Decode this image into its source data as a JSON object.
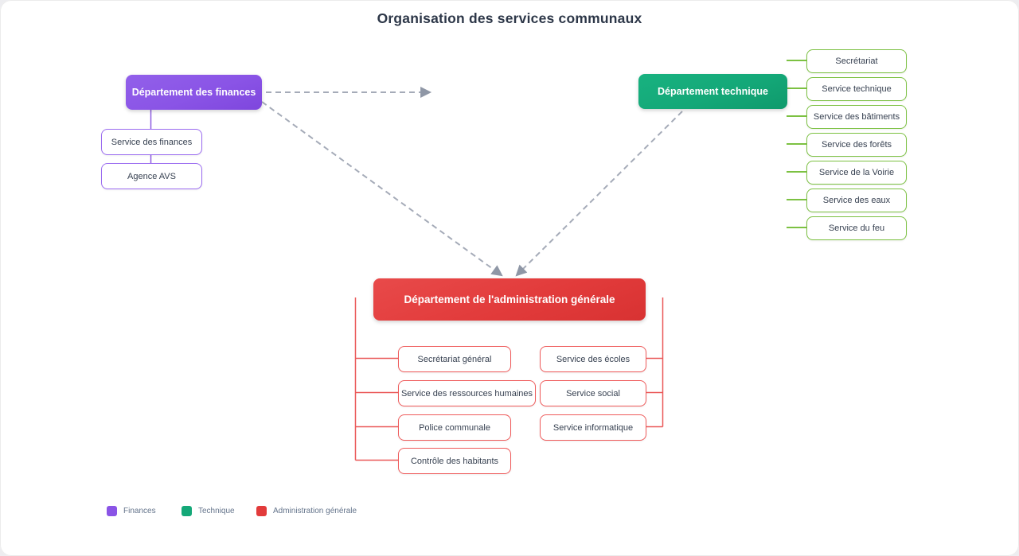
{
  "title": "Organisation des services communaux",
  "colors": {
    "finances": "#8a54e6",
    "technique": "#14a878",
    "administration": "#e23b3b",
    "dashed_link": "#a5abb8",
    "arrowhead": "#8f97a6",
    "technique_child_border": "#7cc142",
    "finances_child_border": "#9b6cf0",
    "administration_child_border": "#ef5b5b"
  },
  "departments": {
    "finances": {
      "label": "Département des finances",
      "children": [
        "Service des finances",
        "Agence AVS"
      ]
    },
    "technique": {
      "label": "Département technique",
      "children": [
        "Secrétariat",
        "Service technique",
        "Service des bâtiments",
        "Service des forêts",
        "Service de la Voirie",
        "Service des eaux",
        "Service du feu"
      ]
    },
    "administration": {
      "label": "Département de l'administration générale",
      "children_left": [
        "Secrétariat général",
        "Service des ressources humaines",
        "Police communale",
        "Contrôle des habitants"
      ],
      "children_right": [
        "Service des écoles",
        "Service social",
        "Service informatique"
      ]
    }
  },
  "legend": [
    {
      "label": "Finances",
      "color": "#8a54e6"
    },
    {
      "label": "Technique",
      "color": "#14a878"
    },
    {
      "label": "Administration générale",
      "color": "#e23b3b"
    }
  ]
}
